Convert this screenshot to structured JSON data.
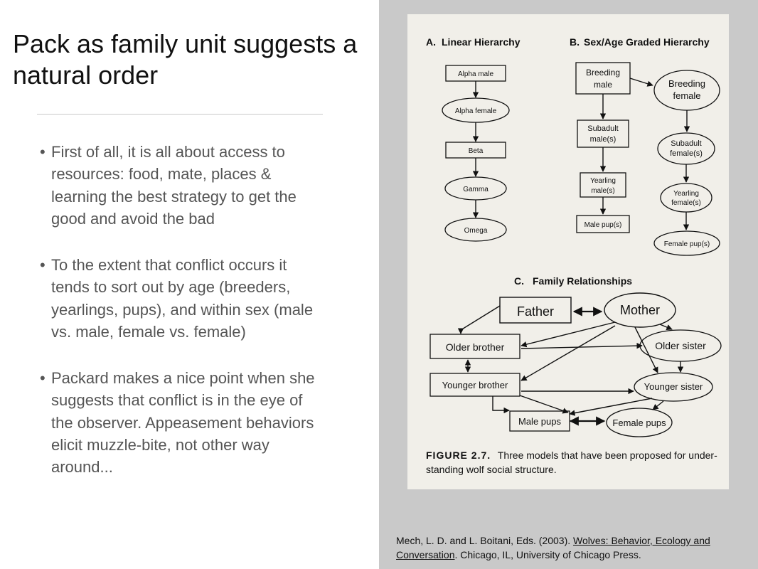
{
  "title": "Pack as family unit suggests a natural order",
  "bullets": [
    "First of all, it is all about access to resources: food, mate, places & learning the best strategy to get the good and avoid the bad",
    "To the extent that conflict occurs it tends to sort out by age (breeders, yearlings, pups), and within sex (male vs. male, female vs. female)",
    "Packard makes a nice point when she suggests that conflict is in the eye of the observer. Appeasement behaviors elicit muzzle-bite, not other way around..."
  ],
  "figure": {
    "panel_a": {
      "label": "A.",
      "title": "Linear Hierarchy",
      "nodes": [
        "Alpha male",
        "Alpha female",
        "Beta",
        "Gamma",
        "Omega"
      ]
    },
    "panel_b": {
      "label": "B.",
      "title": "Sex/Age Graded Hierarchy",
      "male_nodes": [
        [
          "Breeding",
          "male"
        ],
        [
          "Subadult",
          "male(s)"
        ],
        [
          "Yearling",
          "male(s)"
        ],
        [
          "Male pup(s)"
        ]
      ],
      "female_nodes": [
        [
          "Breeding",
          "female"
        ],
        [
          "Subadult",
          "female(s)"
        ],
        [
          "Yearling",
          "female(s)"
        ],
        [
          "Female pup(s)"
        ]
      ]
    },
    "panel_c": {
      "label": "C.",
      "title": "Family Relationships",
      "nodes": {
        "father": "Father",
        "mother": "Mother",
        "older_brother": "Older brother",
        "older_sister": "Older sister",
        "younger_brother": "Younger brother",
        "younger_sister": "Younger sister",
        "male_pups": "Male pups",
        "female_pups": "Female pups"
      }
    },
    "caption_label": "FIGURE 2.7.",
    "caption_line1": "Three models that have been proposed for under-",
    "caption_line2": "standing wolf social structure."
  },
  "citation": {
    "prefix": "Mech, L. D. and L. Boitani, Eds. (2003). ",
    "book_title": "Wolves: Behavior, Ecology and Conversation",
    "suffix": ". Chicago, IL, University of Chicago Press."
  }
}
